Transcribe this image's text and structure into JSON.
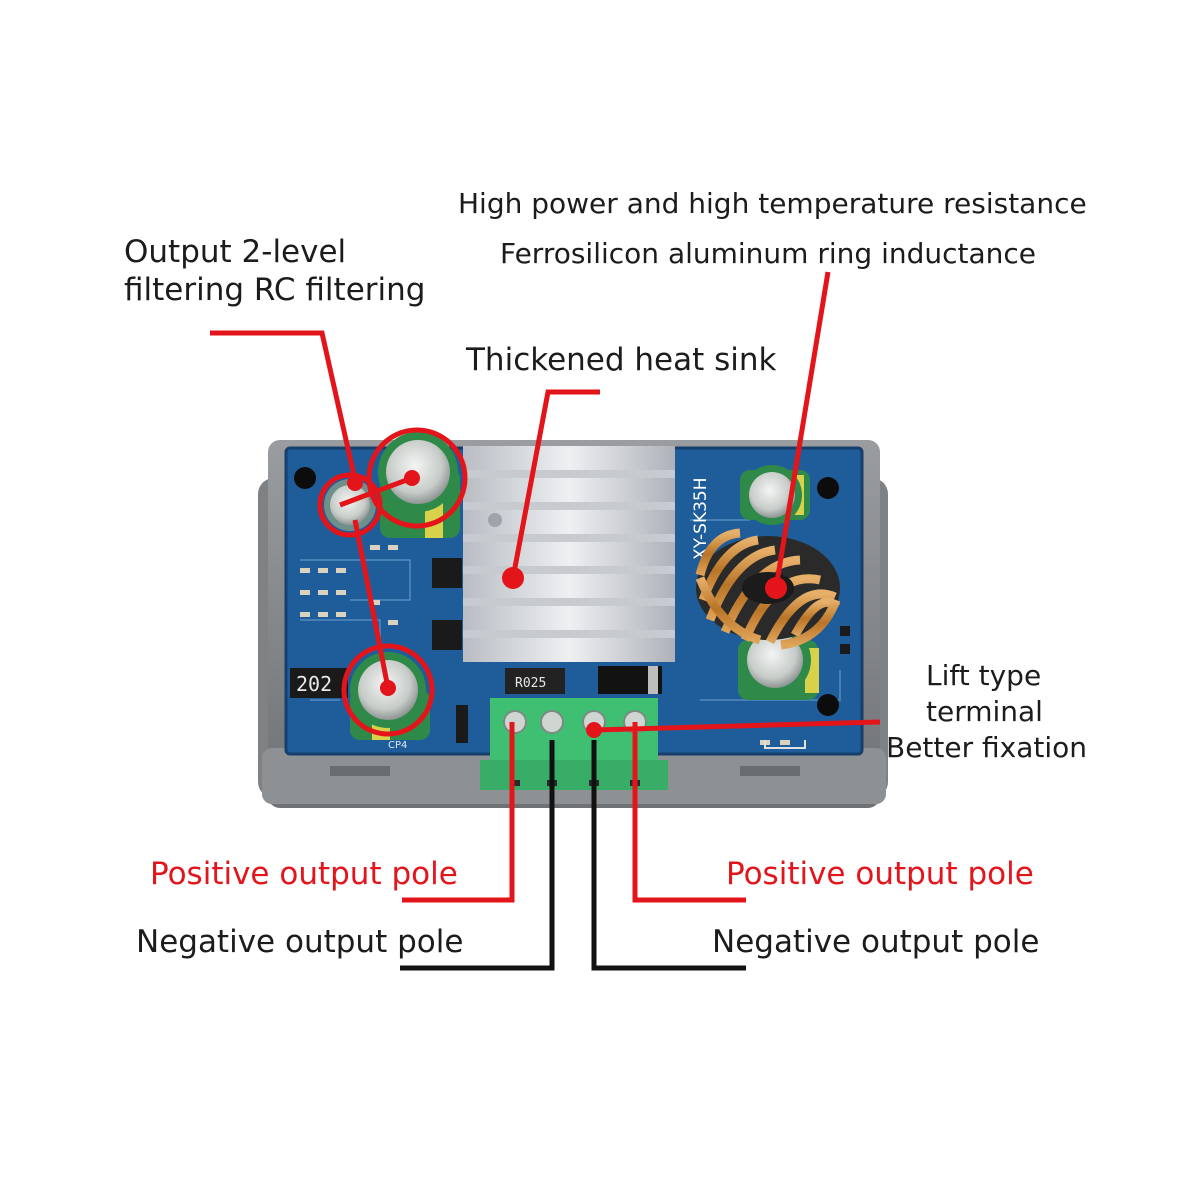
{
  "labels": {
    "high_power": "High power and high temperature resistance",
    "ferrosilicon": "Ferrosilicon aluminum ring inductance",
    "output_filter_line1": "Output 2-level",
    "output_filter_line2": "filtering RC filtering",
    "heat_sink": "Thickened heat sink",
    "lift_line1": "Lift type",
    "lift_line2": "terminal",
    "lift_line3": "Better fixation",
    "positive_left": "Positive output pole",
    "positive_right": "Positive output pole",
    "negative_left": "Negative output pole",
    "negative_right": "Negative output pole"
  },
  "board": {
    "model": "XY-SK35H",
    "chip_mark": "202",
    "resistor_mark": "R025",
    "cap_mark": "CP4"
  },
  "colors": {
    "callout_red": "#e3151b",
    "pcb_blue": "#1f5c9a",
    "enclosure_gray": "#8a8d90",
    "heatsink_silver": "#d7dadf",
    "terminal_green": "#3fbf72",
    "copper": "#c88a3a",
    "capacitor_green": "#2f8a4a",
    "wire_black": "#111111"
  }
}
